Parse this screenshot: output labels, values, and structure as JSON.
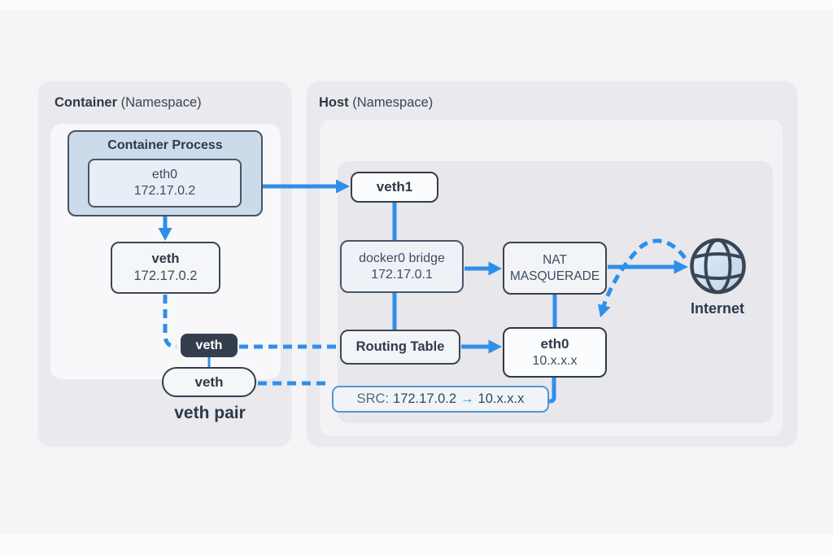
{
  "container_panel": {
    "title_bold": "Container",
    "title_rest": " (Namespace)",
    "process_box": {
      "title": "Container Process",
      "eth0_box": {
        "line1": "eth0",
        "line2": "172.17.0.2"
      }
    },
    "veth_box": {
      "line1": "veth",
      "line2": "172.17.0.2"
    },
    "veth_badge_label": "veth",
    "veth_pill_label": "veth",
    "veth_pair_label": "veth pair"
  },
  "host_panel": {
    "title_bold": "Host",
    "title_rest": " (Namespace)",
    "veth1_box": {
      "label": "veth1"
    },
    "docker0_box": {
      "line1": "docker0 bridge",
      "line2": "172.17.0.1"
    },
    "nat_box": {
      "line1": "NAT",
      "line2": "MASQUERADE"
    },
    "routing_box": {
      "label": "Routing Table"
    },
    "eth0_box": {
      "line1": "eth0",
      "line2": "10.x.x.x"
    },
    "src_label": {
      "prefix": "SRC:",
      "from": "172.17.0.2",
      "arrow": "→",
      "to": "10.x.x.x"
    }
  },
  "internet": {
    "label": "Internet",
    "icon": "globe-icon"
  },
  "colors": {
    "arrow_blue": "#2e8fe9",
    "border_dark": "#3d4754",
    "panel_gray": "#e9e9ee",
    "process_fill": "#cbdbe9",
    "badge_fill": "#343e4f",
    "src_border": "#5795cf",
    "globe_fill_light": "#e3eef7",
    "globe_fill_deep": "#b9d4ea"
  }
}
